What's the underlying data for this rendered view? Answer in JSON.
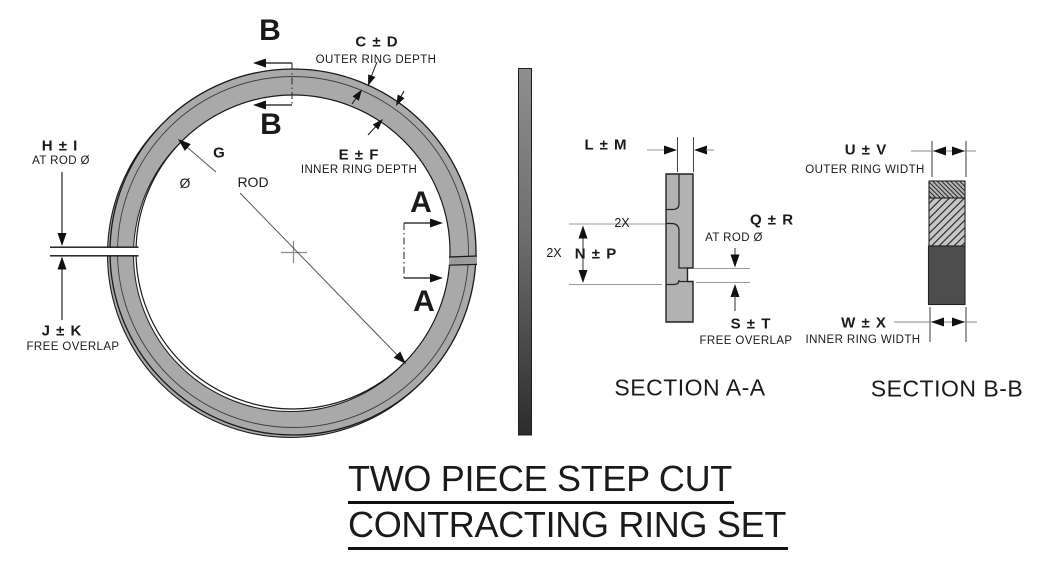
{
  "title": {
    "line1": "TWO PIECE STEP CUT",
    "line2": "CONTRACTING RING SET"
  },
  "ring": {
    "marker_b": "B",
    "marker_a": "A",
    "cd_label": "C ± D",
    "cd_desc": "OUTER RING DEPTH",
    "ef_label": "E ± F",
    "ef_desc": "INNER RING DEPTH",
    "hi_label": "H ± I",
    "hi_desc": "AT ROD Ø",
    "jk_label": "J ± K",
    "jk_desc": "FREE OVERLAP",
    "g_label": "G",
    "dia_symbol": "Ø",
    "rod_label": "ROD"
  },
  "section_aa": {
    "title": "SECTION A-A",
    "lm_label": "L ± M",
    "np_qty": "2X",
    "np_label": "N ± P",
    "qr_qty": "2X",
    "qr_label": "Q ± R",
    "qr_desc": "AT ROD Ø",
    "st_label": "S ± T",
    "st_desc": "FREE OVERLAP"
  },
  "section_bb": {
    "title": "SECTION B-B",
    "uv_label": "U ± V",
    "uv_desc": "OUTER RING WIDTH",
    "wx_label": "W ± X",
    "wx_desc": "INNER RING WIDTH"
  },
  "colors": {
    "ring_fill": "#a9a9a9",
    "section_fill": "#b2b2b2",
    "inner_ring_fill": "#4d4d4d",
    "line": "#1a1a1a"
  }
}
